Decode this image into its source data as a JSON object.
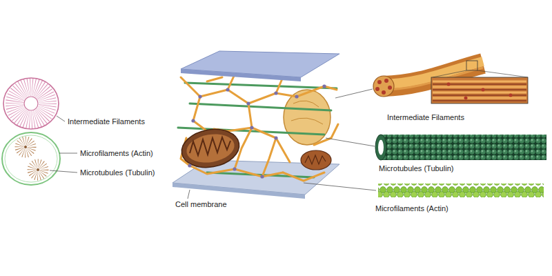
{
  "diagram": {
    "labels": [
      "Intermediate Filaments",
      "Microfilaments (Actin)",
      "Microtubules (Tubulin)",
      "Cell membrane",
      "Intermediate Filaments",
      "Microtubules (Tubulin)",
      "Microfilaments (Actin)"
    ]
  }
}
